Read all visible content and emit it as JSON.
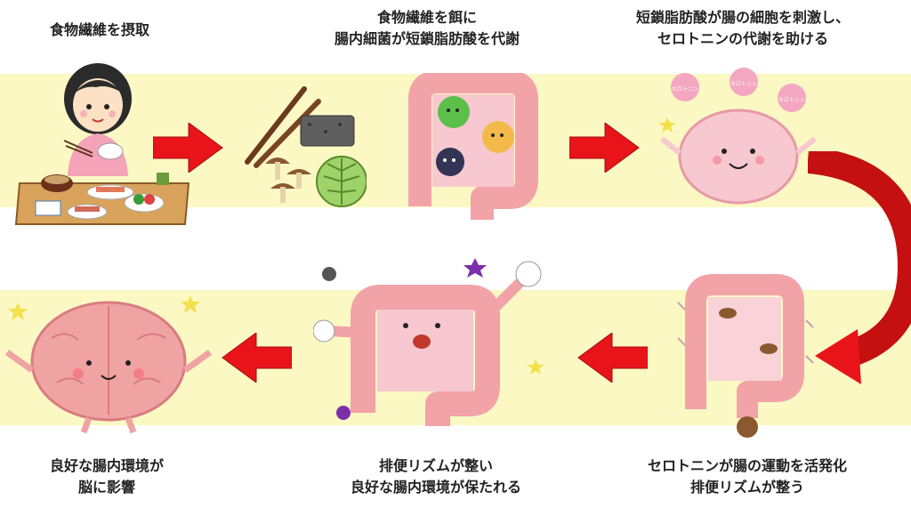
{
  "steps": [
    {
      "line1": "食物繊維を摂取",
      "line2": ""
    },
    {
      "line1": "食物繊維を餌に",
      "line2": "腸内細菌が短鎖脂肪酸を代謝"
    },
    {
      "line1": "短鎖脂肪酸が腸の細胞を刺激し、",
      "line2": "セロトニンの代謝を助ける"
    },
    {
      "line1": "セロトニンが腸の運動を活発化",
      "line2": "排便リズムが整う"
    },
    {
      "line1": "排便リズムが整い",
      "line2": "良好な腸内環境が保たれる"
    },
    {
      "line1": "良好な腸内環境が",
      "line2": "脳に影響"
    }
  ],
  "serotonin_labels": [
    "セロトニン",
    "セロトニン",
    "セロトニン"
  ],
  "colors": {
    "band": "#fbf8c4",
    "arrow": "#e8141a",
    "gut": "#f2a3a8",
    "brain": "#f7c8cf"
  }
}
